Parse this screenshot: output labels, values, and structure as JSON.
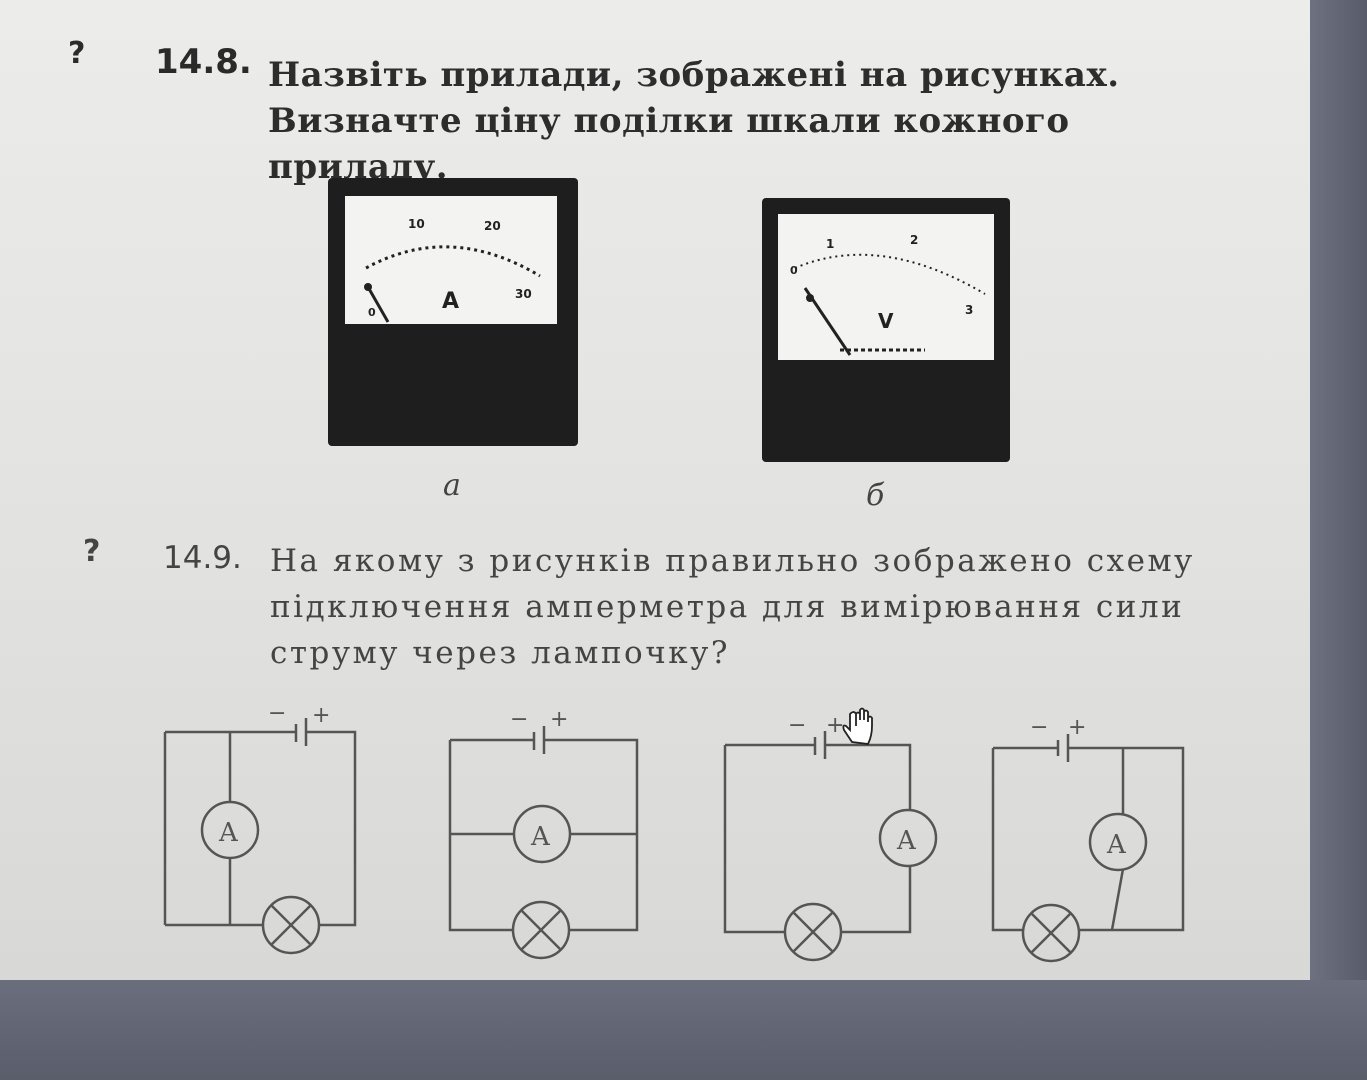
{
  "problem_14_8": {
    "marker": "?",
    "number": "14.8.",
    "text": "Назвіть прилади, зображені на рисунках. Визначте ціну поділки шкали кожного приладу.",
    "meter_a": {
      "unit": "A",
      "scale_labels": [
        "0",
        "10",
        "20",
        "30"
      ],
      "caption": "а"
    },
    "meter_b": {
      "unit": "V",
      "scale_labels": [
        "0",
        "1",
        "2",
        "3"
      ],
      "caption": "б"
    }
  },
  "problem_14_9": {
    "marker": "?",
    "number": "14.9.",
    "text": "На якому з рисунків правильно зображено схему підключення амперметра для вимірювання сили струму через лампочку?",
    "circuits": [
      {
        "minus": "−",
        "plus": "+",
        "ammeter": "A"
      },
      {
        "minus": "−",
        "plus": "+",
        "ammeter": "A"
      },
      {
        "minus": "−",
        "plus": "+",
        "ammeter": "A"
      },
      {
        "minus": "−",
        "plus": "+",
        "ammeter": "A"
      }
    ]
  },
  "colors": {
    "page": "#e6e6e4",
    "ink": "#2d2d2d",
    "screen_frame": "#5f6373"
  },
  "icons": [
    "hand-cursor-icon"
  ]
}
